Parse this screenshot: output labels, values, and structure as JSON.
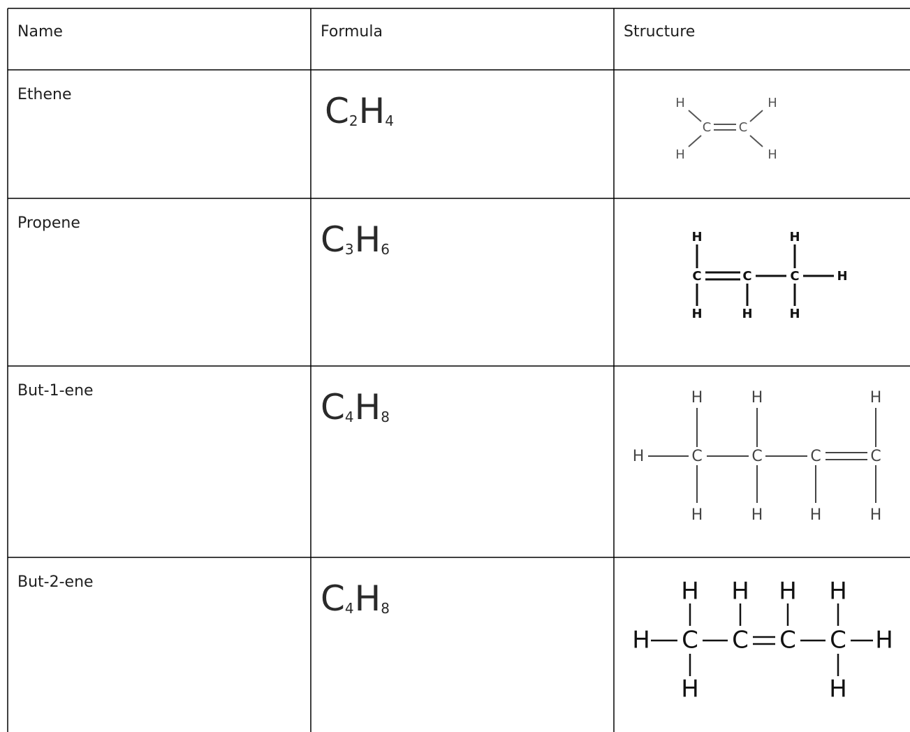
{
  "headers": {
    "name": "Name",
    "formula": "Formula",
    "structure": "Structure"
  },
  "rows": [
    {
      "name": "Ethene",
      "formula": {
        "c": "C",
        "c_sub": "2",
        "h": "H",
        "h_sub": "4"
      },
      "structure": {
        "atom_c": "C",
        "atom_h": "H"
      }
    },
    {
      "name": "Propene",
      "formula": {
        "c": "C",
        "c_sub": "3",
        "h": "H",
        "h_sub": "6"
      },
      "structure": {
        "atom_c": "C",
        "atom_h": "H"
      }
    },
    {
      "name": "But-1-ene",
      "formula": {
        "c": "C",
        "c_sub": "4",
        "h": "H",
        "h_sub": "8"
      },
      "structure": {
        "atom_c": "C",
        "atom_h": "H"
      }
    },
    {
      "name": "But-2-ene",
      "formula": {
        "c": "C",
        "c_sub": "4",
        "h": "H",
        "h_sub": "8"
      },
      "structure": {
        "atom_c": "C",
        "atom_h": "H"
      }
    }
  ]
}
